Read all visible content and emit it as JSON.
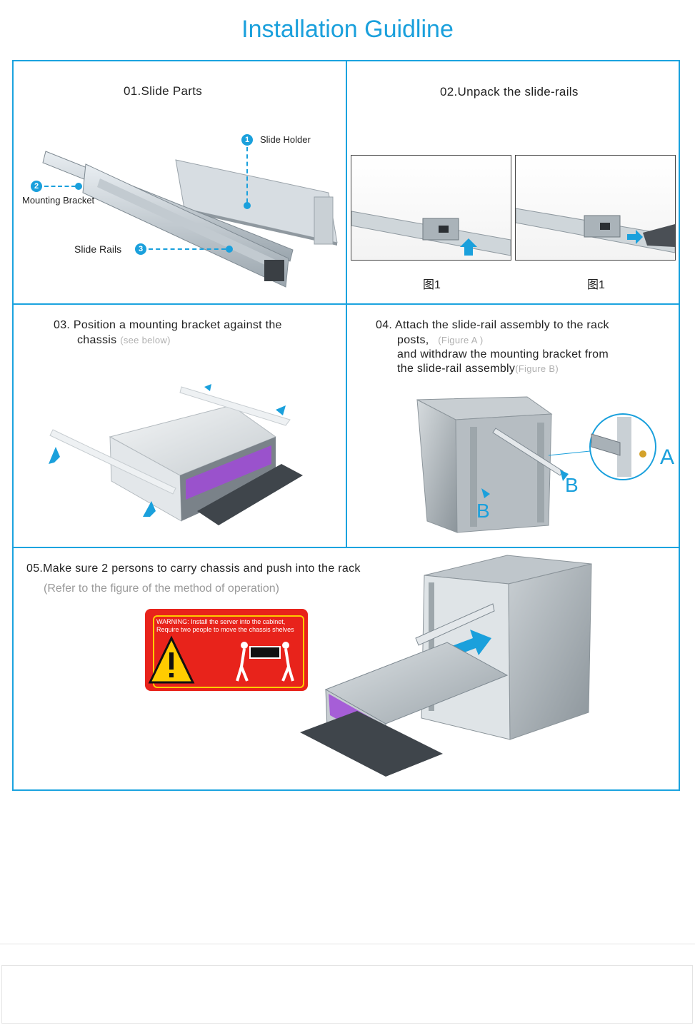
{
  "title": "Installation Guidline",
  "step1": {
    "title": "01.Slide Parts",
    "callouts": [
      {
        "num": "1",
        "label": "Slide Holder"
      },
      {
        "num": "2",
        "label": "Mounting Bracket"
      },
      {
        "num": "3",
        "label": "Slide Rails"
      }
    ]
  },
  "step2": {
    "title": "02.Unpack the slide-rails",
    "fig_left": "图1",
    "fig_right": "图1"
  },
  "step3": {
    "line1": "03. Position a mounting bracket against the",
    "line2": "chassis",
    "note": "(see below)"
  },
  "step4": {
    "line1": "04. Attach the slide-rail assembly to the rack",
    "line2": "posts,",
    "note_a": "(Figure A )",
    "line3": "and withdraw the mounting bracket from",
    "line4": "the slide-rail assembly",
    "note_b": "(Figure B)",
    "mark_a": "A",
    "mark_b1": "B",
    "mark_b2": "B"
  },
  "step5": {
    "title": "05.Make sure 2 persons to carry chassis and push into the rack",
    "subtitle": "(Refer to the figure of the method of operation)",
    "warning_line1": "WARNING: Install the server into the cabinet,",
    "warning_line2": "Require two people to move the chassis shelves"
  },
  "colors": {
    "accent": "#1aa0dc",
    "warning": "#e8231b",
    "warning_border": "#ffcc00"
  }
}
